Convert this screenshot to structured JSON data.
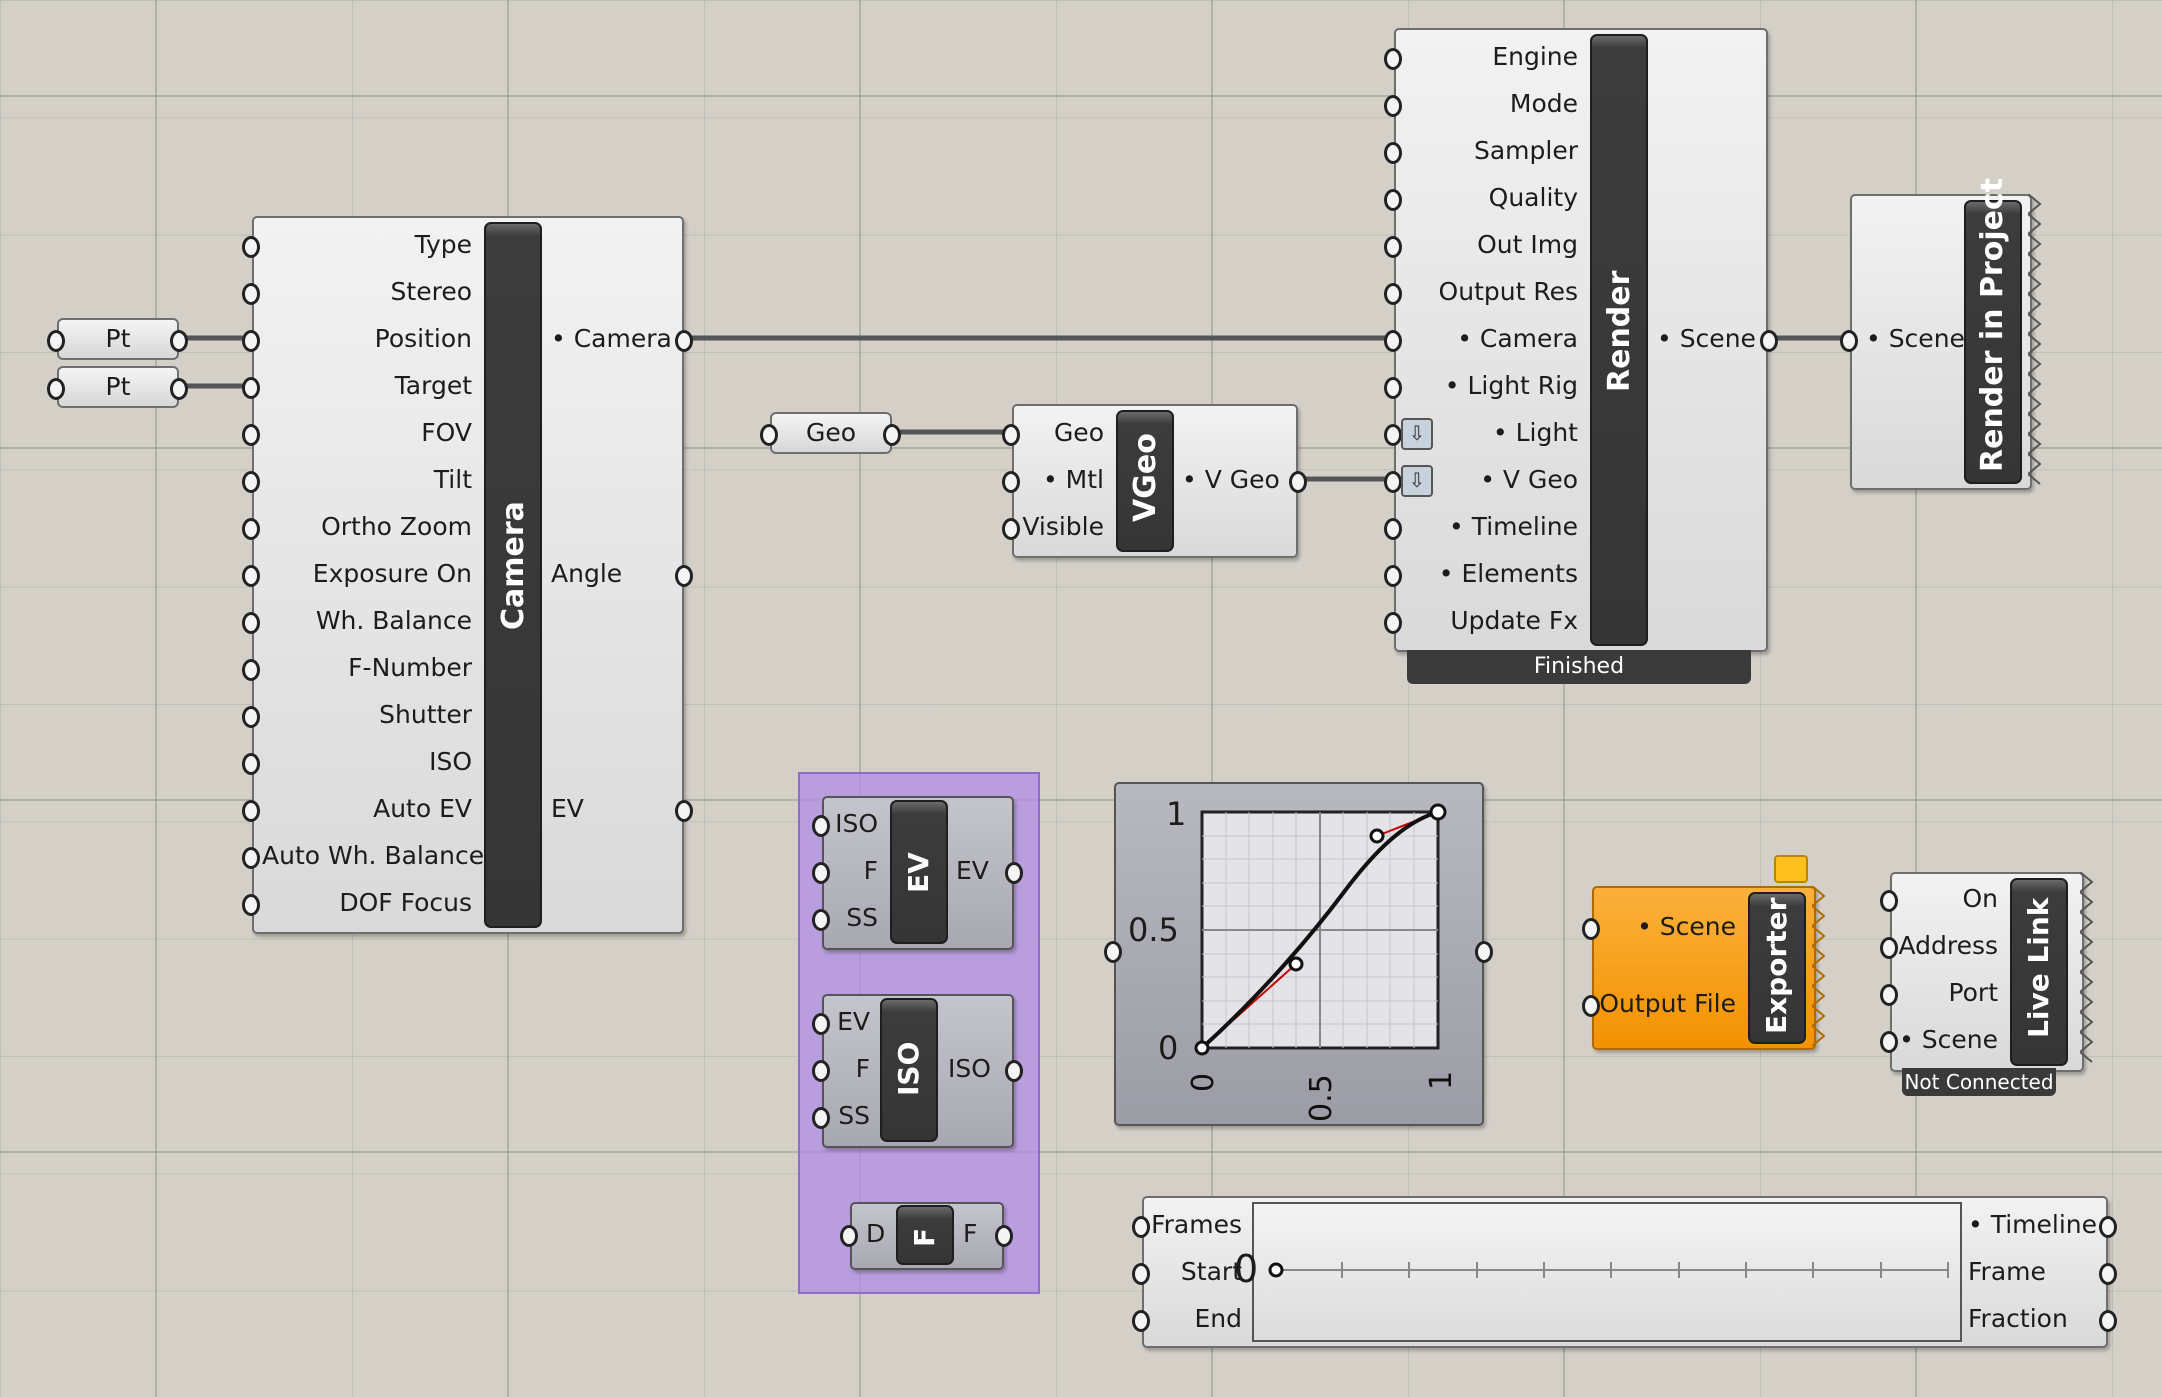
{
  "pt1": "Pt",
  "pt2": "Pt",
  "geo_param": "Geo",
  "camera": {
    "title": "Camera",
    "inputs": [
      "Type",
      "Stereo",
      "Position",
      "Target",
      "FOV",
      "Tilt",
      "Ortho Zoom",
      "Exposure On",
      "Wh. Balance",
      "F-Number",
      "Shutter",
      "ISO",
      "Auto EV",
      "Auto Wh. Balance",
      "DOF Focus"
    ],
    "outputs": [
      "• Camera",
      "Angle",
      "EV"
    ]
  },
  "vgeo": {
    "title": "VGeo",
    "inputs": [
      "Geo",
      "• Mtl",
      "Visible"
    ],
    "output": "• V Geo"
  },
  "render": {
    "title": "Render",
    "inputs": [
      "Engine",
      "Mode",
      "Sampler",
      "Quality",
      "Out Img",
      "Output Res",
      "• Camera",
      "• Light Rig",
      "• Light",
      "• V Geo",
      "• Timeline",
      "• Elements",
      "Update Fx"
    ],
    "output": "• Scene",
    "status": "Finished",
    "arrow_icon": "down-arrow-icon"
  },
  "render_project": {
    "title": "Render in Project",
    "input": "• Scene"
  },
  "ev": {
    "title": "EV",
    "inputs": [
      "ISO",
      "F",
      "SS"
    ],
    "output": "EV"
  },
  "iso": {
    "title": "ISO",
    "inputs": [
      "EV",
      "F",
      "SS"
    ],
    "output": "ISO"
  },
  "f": {
    "title": "F",
    "input": "D",
    "output": "F"
  },
  "graph": {
    "y_ticks": [
      "1",
      "0.5",
      "0"
    ],
    "x_ticks": [
      "0",
      "0.5",
      "1"
    ]
  },
  "exporter": {
    "title": "Exporter",
    "inputs": [
      "• Scene",
      "Output File"
    ],
    "color": "#f7a21a"
  },
  "live_link": {
    "title": "Live Link",
    "inputs": [
      "On",
      "Address",
      "Port",
      "• Scene"
    ],
    "status": "Not Connected"
  },
  "timeline": {
    "inputs": [
      "Frames",
      "Start",
      "End"
    ],
    "outputs": [
      "• Timeline",
      "Frame",
      "Fraction"
    ],
    "value": "0"
  },
  "group_color": "#b28ce6"
}
